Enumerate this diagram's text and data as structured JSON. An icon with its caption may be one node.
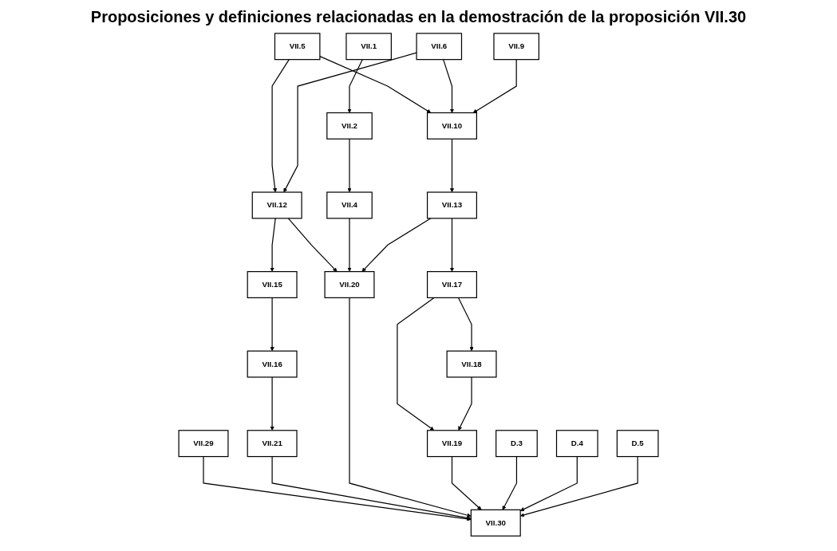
{
  "diagram": {
    "title": "Proposiciones y definiciones relacionadas en la demostración de la proposición VII.30",
    "nodes": [
      {
        "text": [
          "VII.1"
        ]
      },
      {
        "text": [
          "VII.5"
        ]
      },
      {
        "text": [
          "VII.2"
        ]
      },
      {
        "text": [
          "VII.6"
        ]
      },
      {
        "text": [
          "VII.9"
        ]
      },
      {
        "text": [
          "VII.4"
        ]
      },
      {
        "text": [
          "VII.12"
        ]
      },
      {
        "text": [
          "VII.10"
        ]
      },
      {
        "text": [
          "VII.15"
        ]
      },
      {
        "text": [
          "VII.13"
        ]
      },
      {
        "text": [
          "VII.16"
        ]
      },
      {
        "text": [
          "VII.17"
        ]
      },
      {
        "text": [
          "VII.18"
        ]
      },
      {
        "text": [
          "VII.29"
        ]
      },
      {
        "text": [
          "VII.21"
        ]
      },
      {
        "text": [
          "VII.20"
        ]
      },
      {
        "text": [
          "VII.19"
        ]
      },
      {
        "text": [
          "VII.30"
        ]
      },
      {
        "text": [
          "D.3"
        ]
      },
      {
        "text": [
          "D.4"
        ]
      },
      {
        "text": [
          "D.5"
        ]
      }
    ],
    "edges": [
      {
        "from": 1,
        "to": 6,
        "arrow": "to"
      },
      {
        "from": 1,
        "to": 7,
        "arrow": "to"
      },
      {
        "from": 3,
        "to": 6,
        "arrow": "to"
      },
      {
        "from": 3,
        "to": 7,
        "arrow": "to"
      },
      {
        "from": 4,
        "to": 7,
        "arrow": "to"
      },
      {
        "from": 6,
        "to": 8,
        "arrow": "to"
      },
      {
        "from": 6,
        "to": 15,
        "arrow": "to"
      },
      {
        "from": 0,
        "to": 2,
        "arrow": "to"
      },
      {
        "from": 2,
        "to": 5,
        "arrow": "to"
      },
      {
        "from": 5,
        "to": 15,
        "arrow": "to"
      },
      {
        "from": 7,
        "to": 9,
        "arrow": "to"
      },
      {
        "from": 9,
        "to": 11,
        "arrow": "to"
      },
      {
        "from": 9,
        "to": 15,
        "arrow": "to"
      },
      {
        "from": 8,
        "to": 10,
        "arrow": "to"
      },
      {
        "from": 10,
        "to": 14,
        "arrow": "to"
      },
      {
        "from": 11,
        "to": 12,
        "arrow": "to"
      },
      {
        "from": 11,
        "to": 16,
        "arrow": "to"
      },
      {
        "from": 12,
        "to": 16,
        "arrow": "to"
      },
      {
        "from": 13,
        "to": 17,
        "arrow": "to"
      },
      {
        "from": 14,
        "to": 17,
        "arrow": "to"
      },
      {
        "from": 15,
        "to": 17,
        "arrow": "to"
      },
      {
        "from": 16,
        "to": 17,
        "arrow": "to"
      },
      {
        "from": 18,
        "to": 17,
        "arrow": "to"
      },
      {
        "from": 19,
        "to": 17,
        "arrow": "to"
      },
      {
        "from": 20,
        "to": 17,
        "arrow": "to"
      }
    ]
  }
}
